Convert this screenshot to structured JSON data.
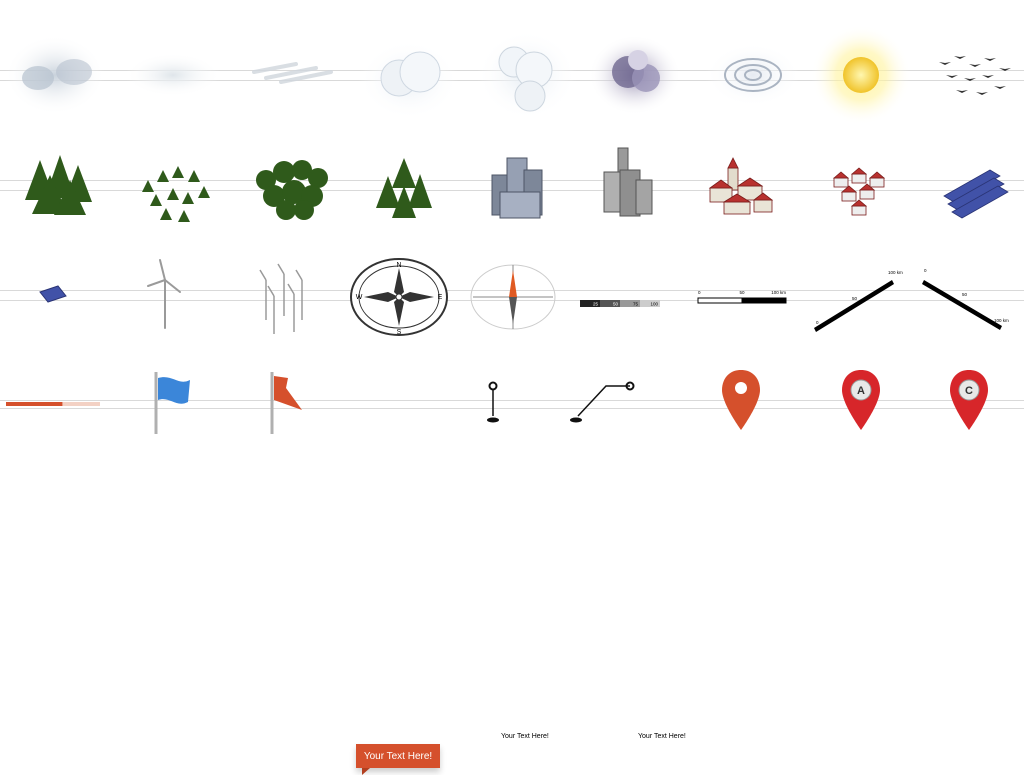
{
  "palette": {
    "tree_green": "#2f5a1b",
    "building_gray": "#8a93a6",
    "roof_red": "#b8312f",
    "solar_blue": "#4152a8",
    "marker_orange": "#d5502c",
    "marker_red": "#d7262a",
    "flag_blue": "#3b86d9"
  },
  "rows": [
    {
      "name": "weather",
      "icons": [
        "cloud-thin-icon",
        "haze-icon",
        "wind-streak-icon",
        "cloud-puffy-icon",
        "cloud-large-icon",
        "storm-cloud-icon",
        "cyclone-icon",
        "sun-icon",
        "bird-flock-icon"
      ]
    },
    {
      "name": "terrain",
      "icons": [
        "forest-dense-icon",
        "forest-sparse-icon",
        "forest-deciduous-icon",
        "forest-mixed-icon",
        "city-blue-icon",
        "city-gray-icon",
        "village-red-roof-icon",
        "houses-icon",
        "solar-farm-icon"
      ]
    },
    {
      "name": "instruments",
      "icons": [
        "solar-panel-icon",
        "wind-turbine-icon",
        "wind-farm-icon",
        "compass-rose-icon",
        "compass-needle-icon",
        "scale-bar-gradient-icon",
        "scale-bar-icon",
        "diagonal-scale-up-icon",
        "diagonal-scale-down-icon"
      ]
    },
    {
      "name": "markers",
      "icons": [
        "progress-bar-icon",
        "flag-blue-icon",
        "flag-orange-icon",
        "text-banner-icon",
        "callout-pin-icon",
        "callout-elbow-icon",
        "map-pin-icon",
        "map-pin-a-icon",
        "map-pin-c-icon"
      ]
    }
  ],
  "compass": {
    "n": "N",
    "s": "S",
    "e": "E",
    "w": "W"
  },
  "scale_gradient": {
    "labels": [
      "25",
      "50",
      "75",
      "100"
    ]
  },
  "scale_bar": {
    "labels": [
      "0",
      "50",
      "100 km"
    ]
  },
  "diag_up": {
    "labels": [
      "0",
      "50",
      "100 km"
    ]
  },
  "diag_down": {
    "labels": [
      "0",
      "50",
      "100 km"
    ]
  },
  "banner_text": "Your Text Here!",
  "callout1_text": "Your Text Here!",
  "callout2_text": "Your Text Here!",
  "pin_a_letter": "A",
  "pin_c_letter": "C",
  "progress": 0.6
}
